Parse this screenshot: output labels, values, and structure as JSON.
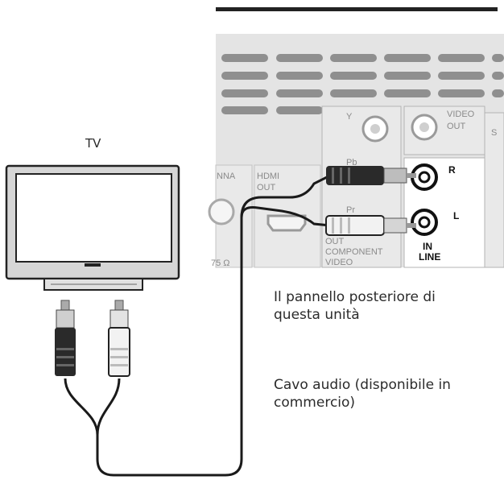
{
  "tv": {
    "label": "TV"
  },
  "panel": {
    "video_label_1": "VIDEO",
    "video_label_2": "OUT",
    "y_label": "Y",
    "pb_label": "Pb",
    "pr_label": "Pr",
    "antenna_label": "NNA",
    "hdmi_label_1": "HDMI",
    "hdmi_label_2": "OUT",
    "ohm_label": "75 Ω",
    "component_out": "OUT",
    "component_1": "COMPONENT",
    "component_2": "VIDEO",
    "s_label": "S",
    "r_label": "R",
    "l_label": "L",
    "in_label": "IN",
    "line_label": "LINE"
  },
  "captions": {
    "rear_panel_line1": "Il pannello posteriore di",
    "rear_panel_line2": "questa unità",
    "cable_line1": "Cavo audio (disponibile in",
    "cable_line2": "commercio)"
  },
  "colors": {
    "cable": "#1a1a1a",
    "panel_gray": "#d9d9d9",
    "plug_black": "#2a2a2a",
    "plug_white": "#f2f2f2"
  }
}
